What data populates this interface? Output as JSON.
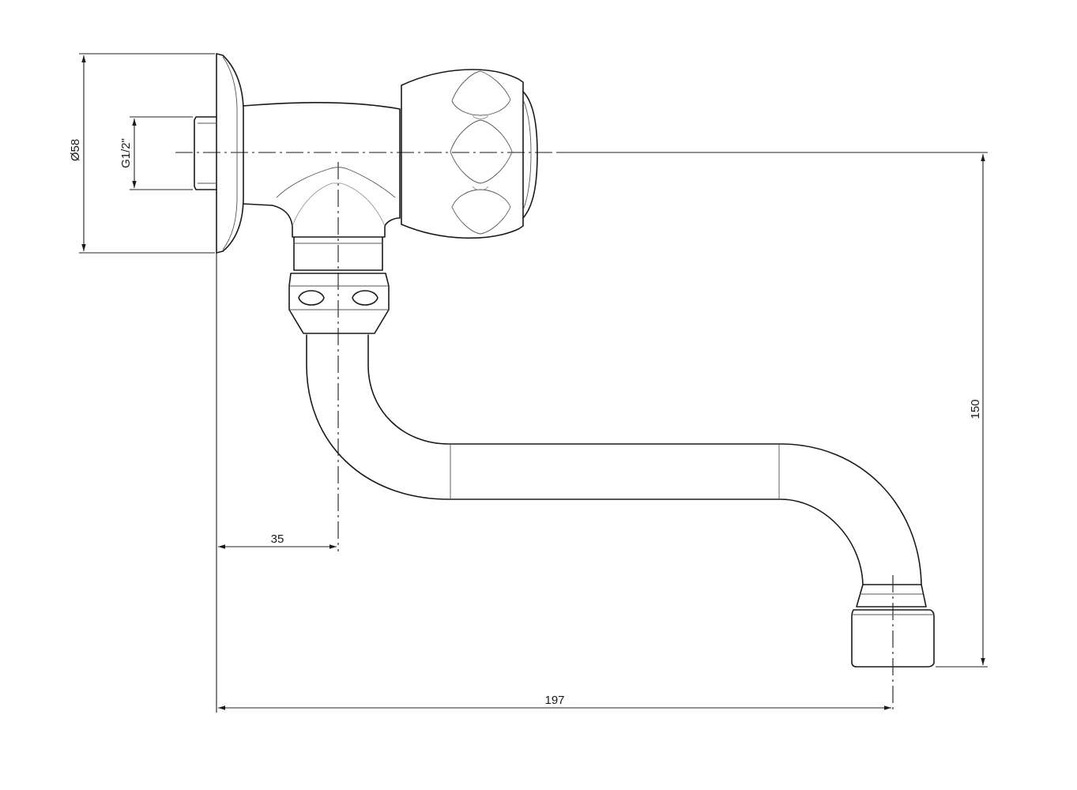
{
  "dimensions": {
    "flange_diameter": "Ø58",
    "thread_size": "G1/2\"",
    "axis_offset": "35",
    "total_projection": "197",
    "total_height": "150"
  },
  "colors": {
    "line": "#1a1a1a",
    "background": "#ffffff"
  }
}
